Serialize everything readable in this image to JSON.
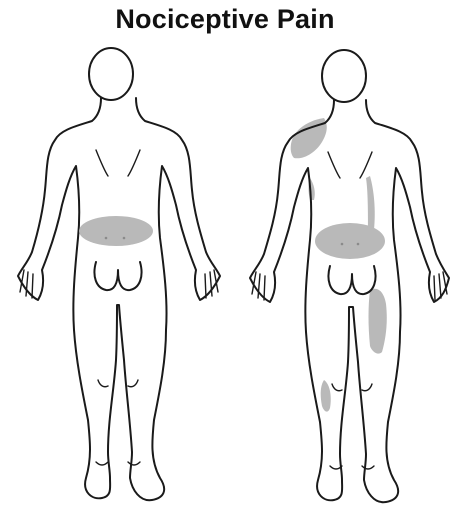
{
  "title": "Nociceptive Pain",
  "colors": {
    "outline": "#1a1a1a",
    "pain_shading": "#b9b9b9",
    "background": "#ffffff"
  },
  "figures": [
    {
      "view": "back",
      "shaded_regions": [
        "lower-back"
      ]
    },
    {
      "view": "back",
      "shaded_regions": [
        "right-shoulder",
        "lower-back",
        "left-flank",
        "left-thigh",
        "right-calf"
      ]
    }
  ]
}
